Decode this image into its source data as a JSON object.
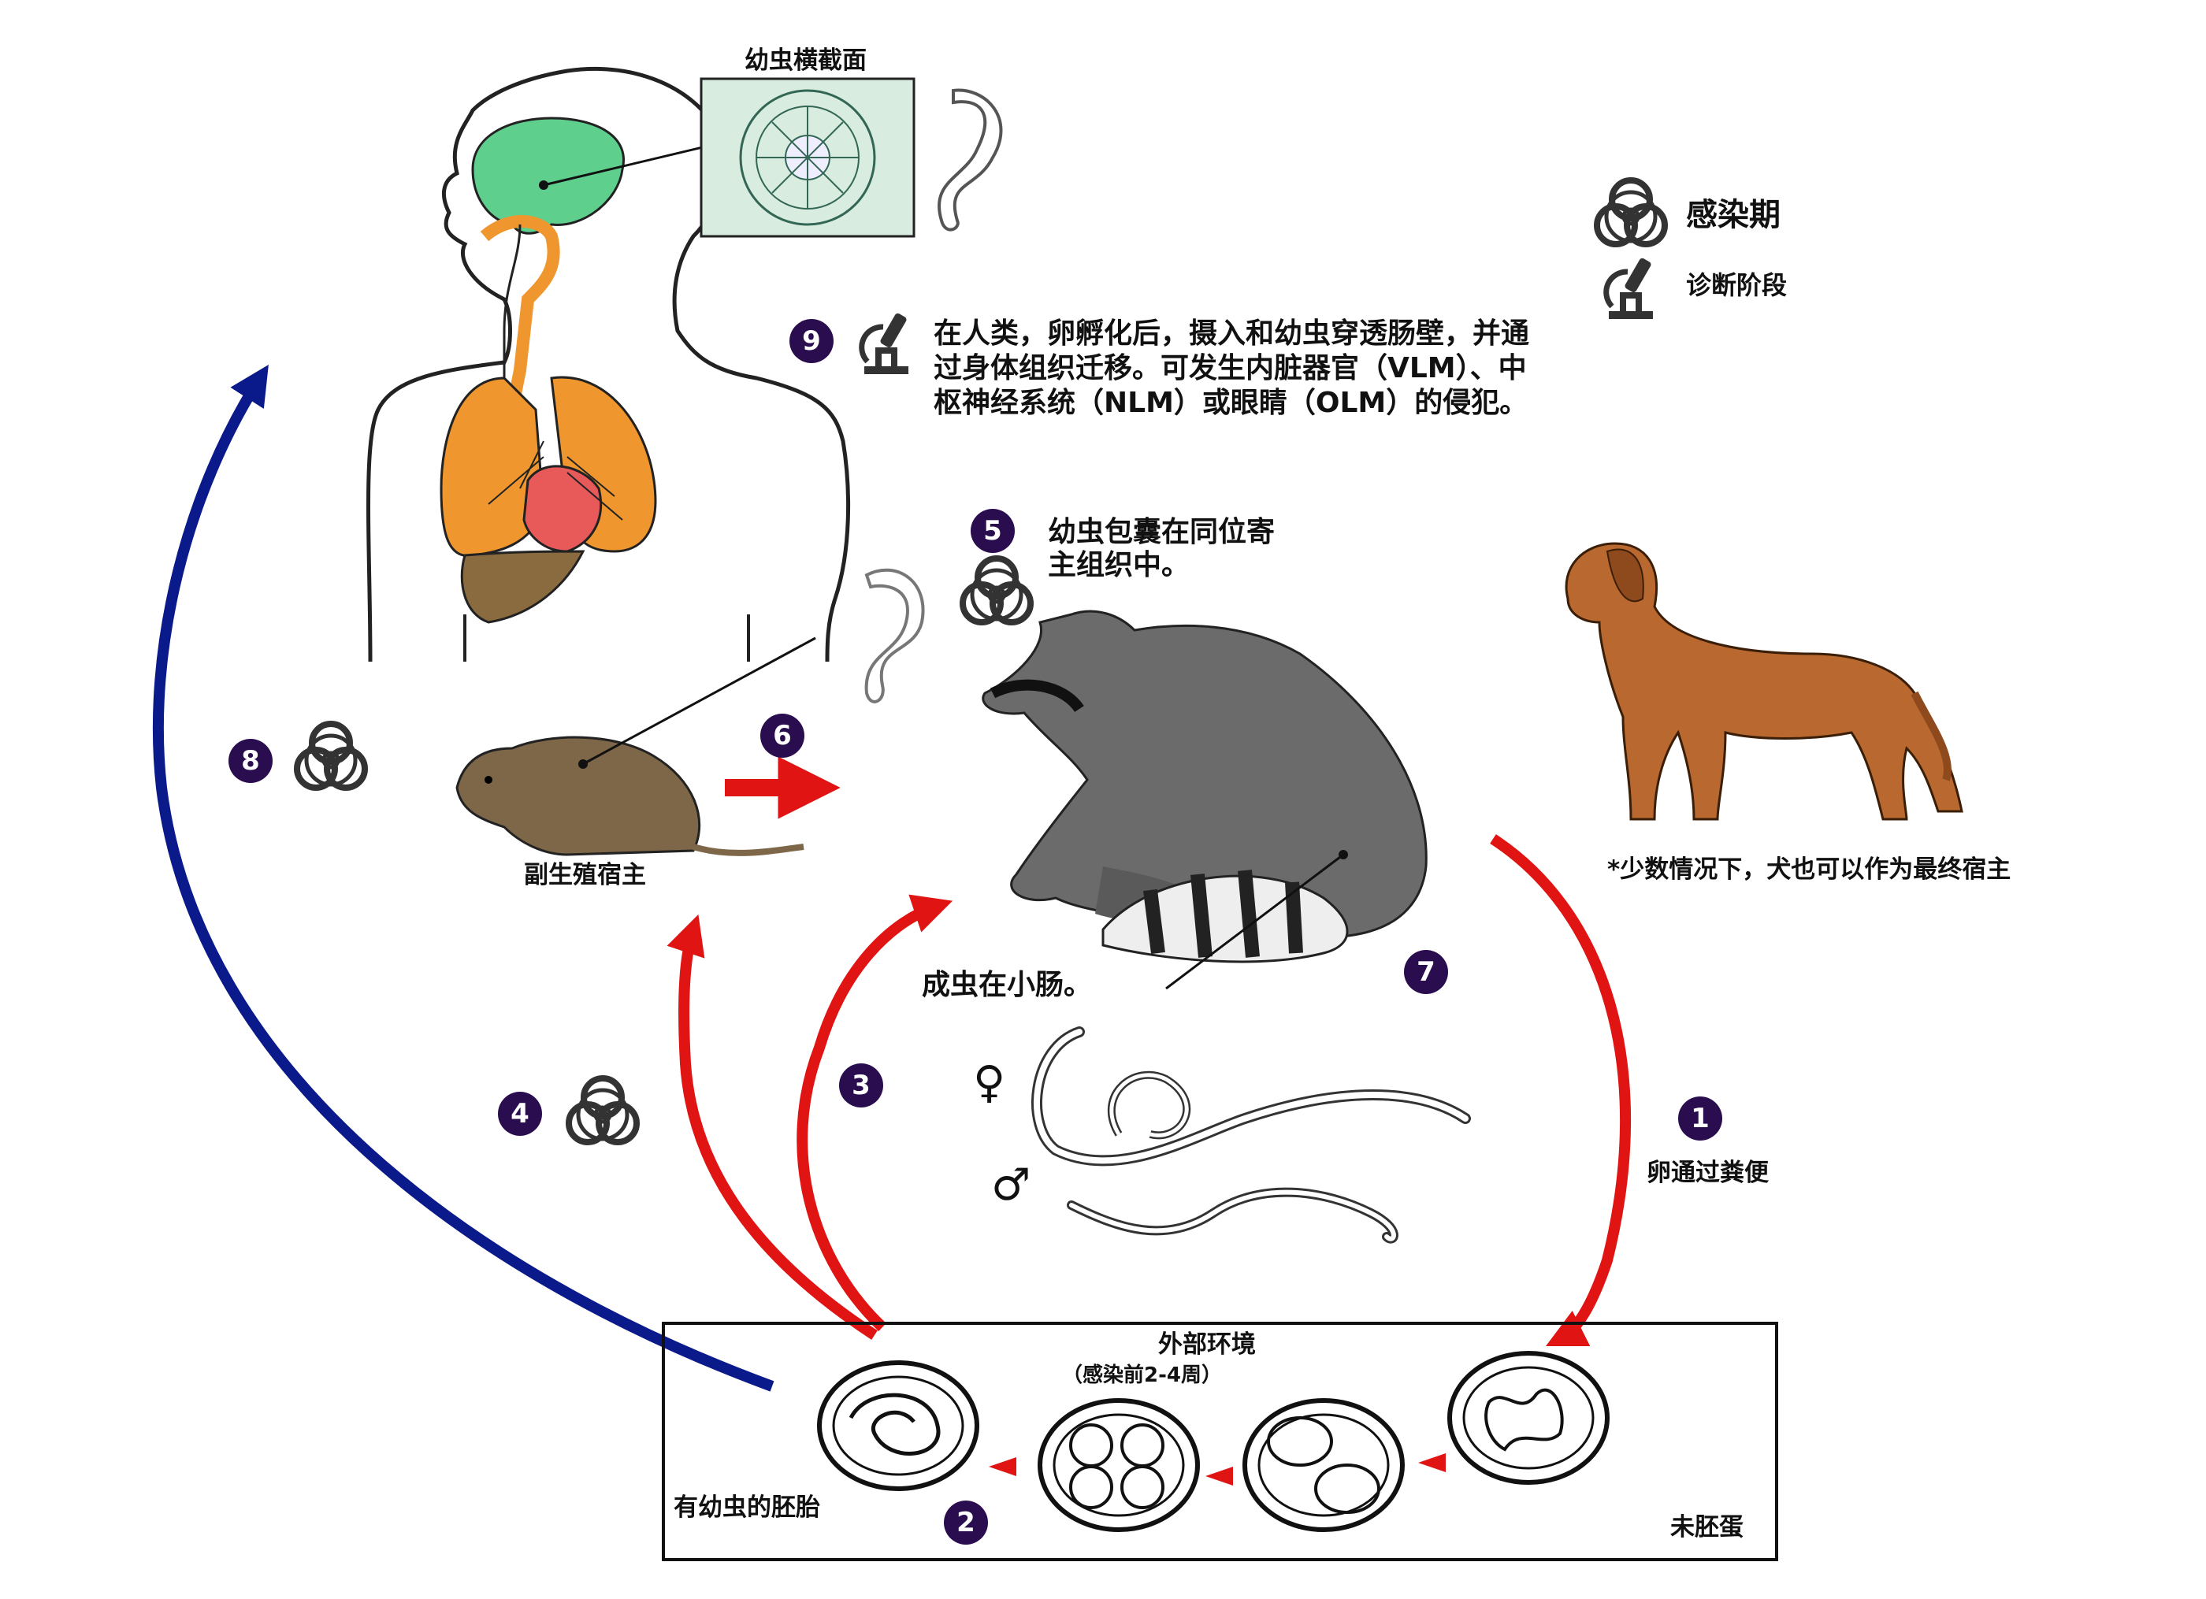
{
  "labels": {
    "larva_cross_section": "幼虫横截面",
    "step9_text": "在人类，卵孵化后，摄入和幼虫穿透肠壁，并通过身体组织迁移。可发生内脏器官（VLM）、中枢神经系统（NLM）或眼睛（OLM）的侵犯。",
    "step5_text": "幼虫包囊在同位寄主组织中。",
    "paratenic_host": "副生殖宿主",
    "adults_in_intestine": "成虫在小肠。",
    "eggs_in_feces": "卵通过粪便",
    "dog_note": "*少数情况下，犬也可以作为最终宿主",
    "external_env": "外部环境",
    "weeks_note": "（感染前2-4周）",
    "embryonated_egg": "有幼虫的胚胎",
    "unembryonated_egg": "未胚蛋",
    "female_symbol": "♀",
    "male_symbol": "♂"
  },
  "legend": {
    "infective_stage": "感染期",
    "diagnostic_stage": "诊断阶段"
  },
  "steps": {
    "s1": "1",
    "s2": "2",
    "s3": "3",
    "s4": "4",
    "s5": "5",
    "s6": "6",
    "s7": "7",
    "s8": "8",
    "s9": "9"
  },
  "icons": [
    "biohazard-icon",
    "microscope-icon"
  ],
  "colors": {
    "badge": "#2a0d4f",
    "red_arrow": "#e11414",
    "blue_arrow": "#0b1a8a",
    "brain": "#5fcf8e",
    "lung": "#f0962e",
    "heart": "#e85a5a",
    "liver": "#8a6a3f",
    "raccoon": "#6b6b6b",
    "dog": "#b9692f",
    "rat": "#7d6748"
  }
}
